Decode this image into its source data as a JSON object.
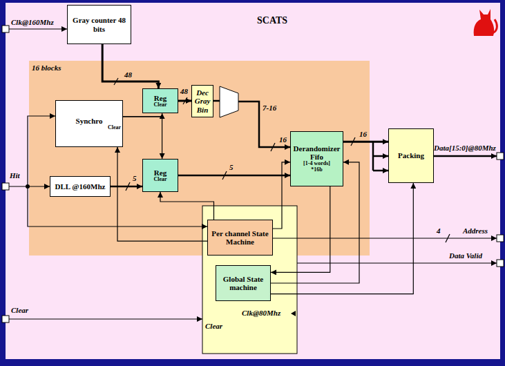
{
  "diagram": {
    "nodes": [
      {
        "text": [
          "SCATS"
        ]
      },
      {
        "text": [
          "16 blocks"
        ],
        "in": 0
      },
      {
        "text": [
          "Gray counter 48 bits"
        ],
        "in": 0
      },
      {
        "text": [
          "Synchro",
          "Clear"
        ],
        "in": 1
      },
      {
        "text": [
          "DLL @160Mhz"
        ],
        "in": 1
      },
      {
        "text": [
          "Reg",
          "Clear"
        ],
        "in": 1
      },
      {
        "text": [
          "Reg",
          "Clear"
        ],
        "in": 1
      },
      {
        "text": [
          "Dec Gray Bin"
        ],
        "in": 1
      },
      {
        "text": [
          "Derandomizer Fifo",
          "[1-4 words]",
          "*16b"
        ],
        "in": 1
      },
      {
        "text": [
          "Packing"
        ],
        "in": 0
      },
      {
        "text": [
          "Clear",
          "Clk@80Mhz"
        ],
        "in": 0
      },
      {
        "text": [
          "Per channel State Machine"
        ],
        "in": 10
      },
      {
        "text": [
          "Global State machine"
        ],
        "in": 10
      }
    ],
    "edges": [
      {
        "from": 2,
        "to": 5,
        "arrow": "to"
      },
      {
        "from": 3,
        "to": 5,
        "arrow": "to"
      },
      {
        "from": 3,
        "to": 6,
        "arrow": "to"
      },
      {
        "from": 4,
        "to": 6,
        "arrow": "to"
      },
      {
        "from": 5,
        "to": 7,
        "arrow": "to"
      },
      {
        "from": 6,
        "to": 8,
        "arrow": "to"
      },
      {
        "from": 8,
        "to": 9,
        "arrow": "to"
      },
      {
        "from": 11,
        "to": 3,
        "arrow": "to"
      },
      {
        "from": 11,
        "to": 6,
        "arrow": "to"
      },
      {
        "from": 11,
        "to": 8,
        "arrow": "to"
      },
      {
        "from": 8,
        "to": 12,
        "arrow": "to"
      },
      {
        "from": 12,
        "to": 8,
        "arrow": "to"
      },
      {
        "from": 12,
        "to": 9,
        "arrow": "to"
      }
    ],
    "labels": [
      "Clk@160Mhz",
      "Hit",
      "48",
      "48",
      "5",
      "5",
      "7-16",
      "16",
      "16",
      "Data[15:0]@80Mhz",
      "4",
      "Address",
      "Data Valid",
      "Clear"
    ]
  }
}
